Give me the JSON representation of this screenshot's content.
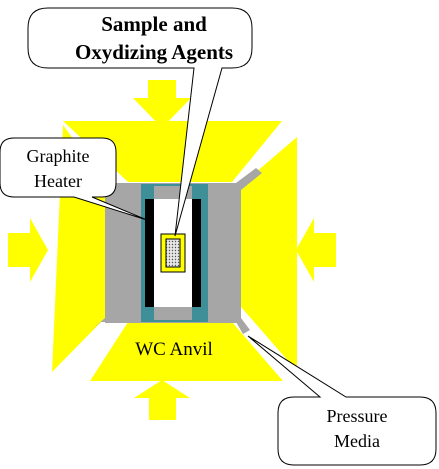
{
  "callouts": {
    "sample": [
      "Sample and",
      "Oxydizing Agents"
    ],
    "heater": [
      "Graphite",
      "Heater"
    ],
    "media": [
      "Pressure",
      "Media"
    ]
  },
  "labels": {
    "anvil": "WC Anvil"
  },
  "colors": {
    "anvil": "#ffff00",
    "media": "#a6a6a6",
    "heater": "#000000",
    "electrode": "#3f8f99",
    "sample_fill": "#d8d8d8",
    "outline": "#000000",
    "background": "#ffffff"
  }
}
